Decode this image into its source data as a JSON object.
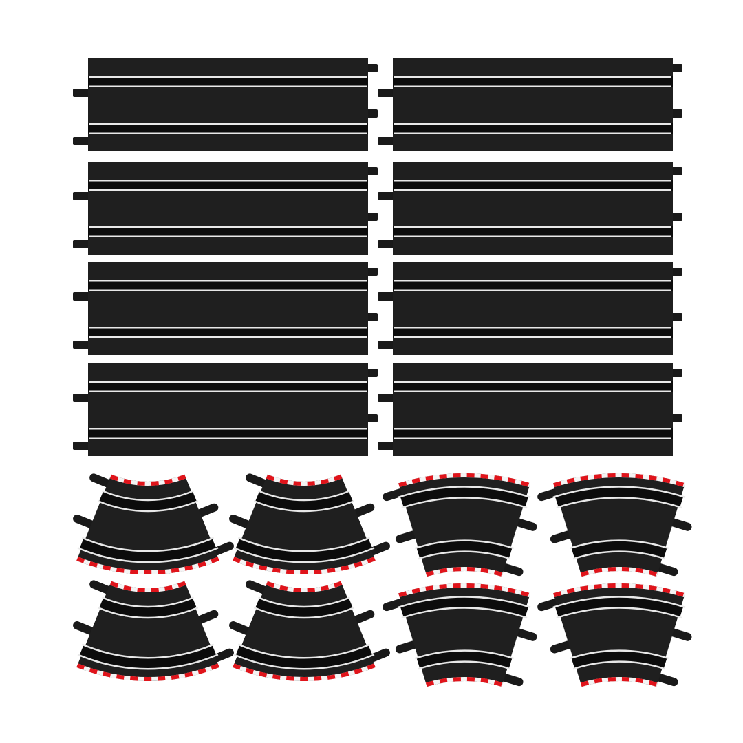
{
  "image": {
    "subject": "slot-car-track-set",
    "straight_count": 8,
    "curve_count": 8
  },
  "colors": {
    "background": "#ffffff",
    "track": "#1f1f1f",
    "slot": "#0c0c0c",
    "rail": "#e8e8e8",
    "curb_red": "#e0141b",
    "curb_white": "#f4f4f4",
    "tab": "#1a1a1a"
  }
}
